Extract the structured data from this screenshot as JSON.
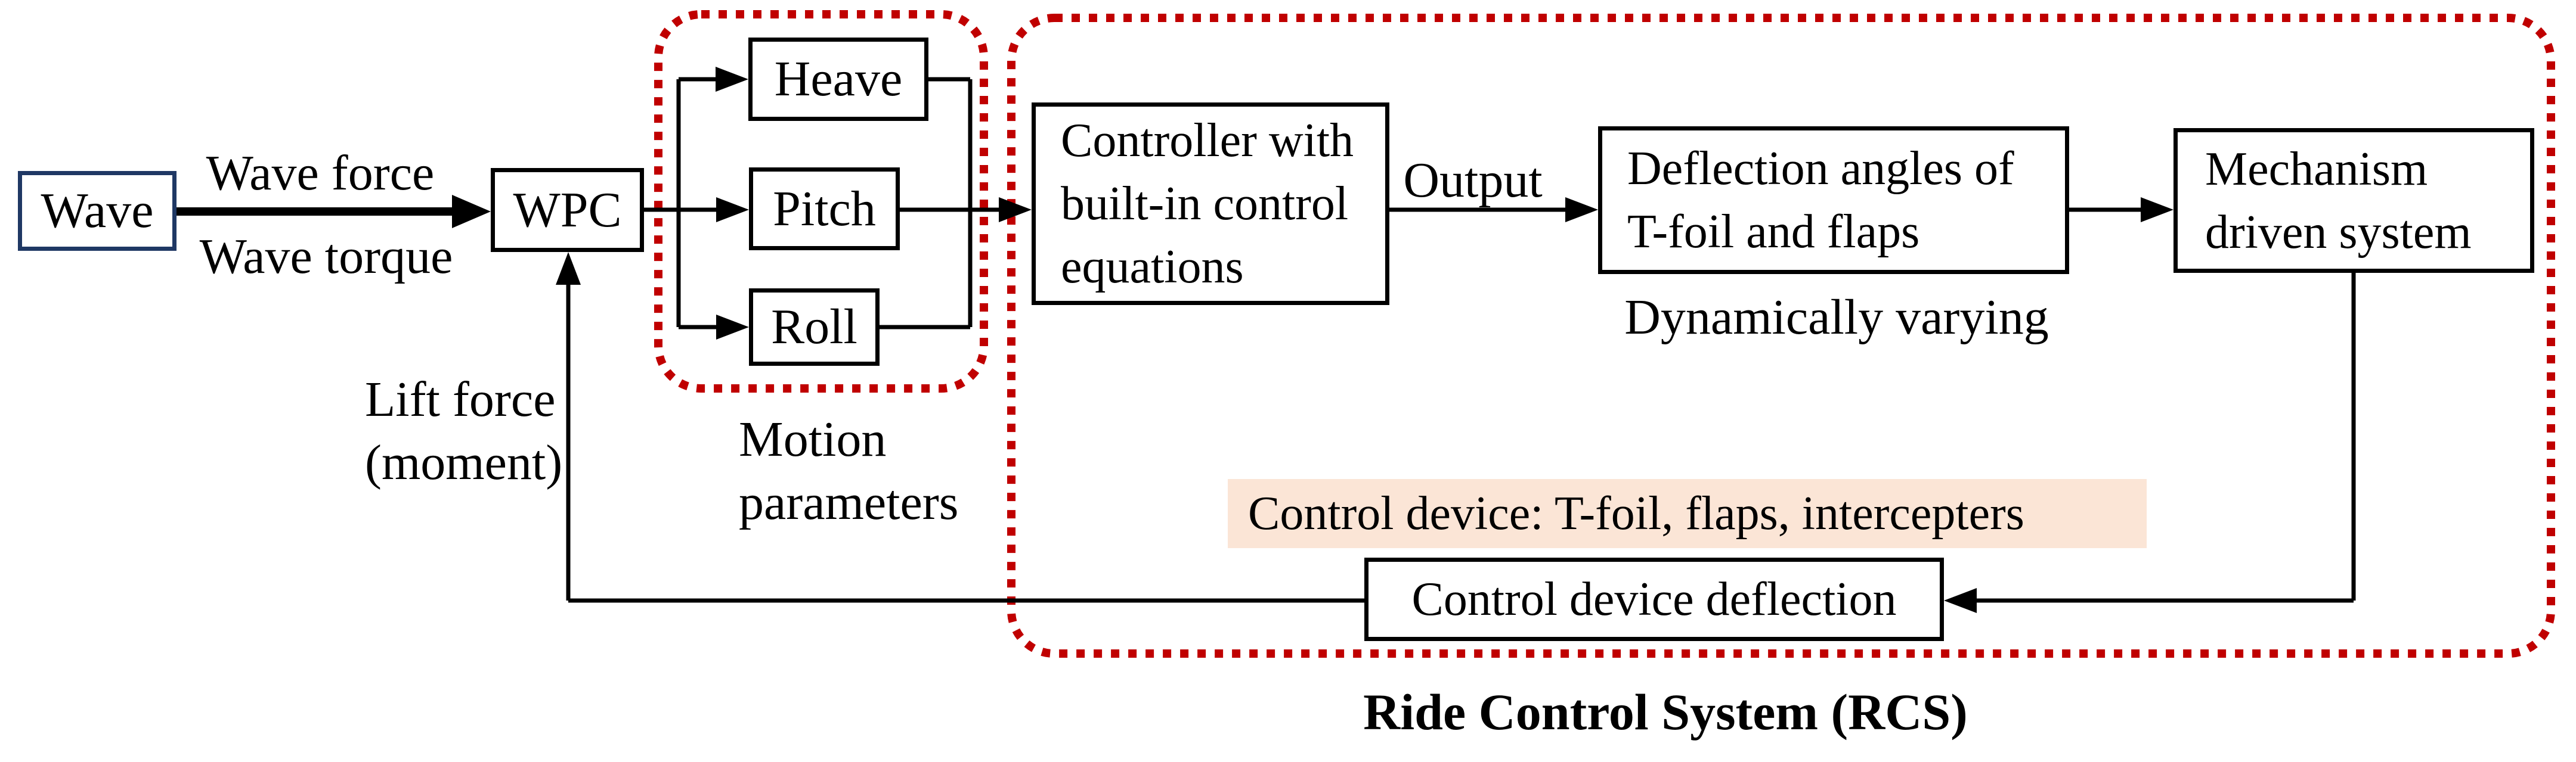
{
  "diagram": {
    "nodes": {
      "wave": "Wave",
      "wpc": "WPC",
      "heave": "Heave",
      "pitch": "Pitch",
      "roll": "Roll",
      "controller": "Controller with\nbuilt-in control\nequations",
      "deflection_angles": "Deflection angles of\nT-foil and flaps",
      "mechanism": "Mechanism\ndriven system",
      "control_device_deflection": "Control device deflection"
    },
    "labels": {
      "wave_force": "Wave force",
      "wave_torque": "Wave torque",
      "lift_force": "Lift force\n(moment)",
      "motion_parameters": "Motion\nparameters",
      "output": "Output",
      "dynamically_varying": "Dynamically varying",
      "control_device_highlight": "Control device: T-foil, flaps, intercepters",
      "rcs_title": "Ride Control System (RCS)"
    },
    "colors": {
      "boundary_red": "#c00000",
      "highlight_peach": "#fbe5d6",
      "wave_border_navy": "#1f3864",
      "line_black": "#000000"
    }
  }
}
